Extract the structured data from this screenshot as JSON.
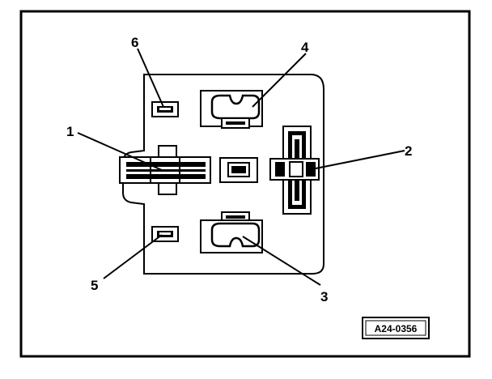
{
  "diagram": {
    "callouts": [
      {
        "id": "1",
        "label": "1",
        "part": "wide-flat-terminal"
      },
      {
        "id": "2",
        "label": "2",
        "part": "vertical-blade-terminal"
      },
      {
        "id": "3",
        "label": "3",
        "part": "lower-oval-terminal"
      },
      {
        "id": "4",
        "label": "4",
        "part": "upper-oval-terminal"
      },
      {
        "id": "5",
        "label": "5",
        "part": "lower-left-small-terminal"
      },
      {
        "id": "6",
        "label": "6",
        "part": "upper-left-small-terminal"
      }
    ],
    "reference_code": "A24-0356",
    "colors": {
      "ink": "#000000",
      "background": "#ffffff"
    }
  }
}
